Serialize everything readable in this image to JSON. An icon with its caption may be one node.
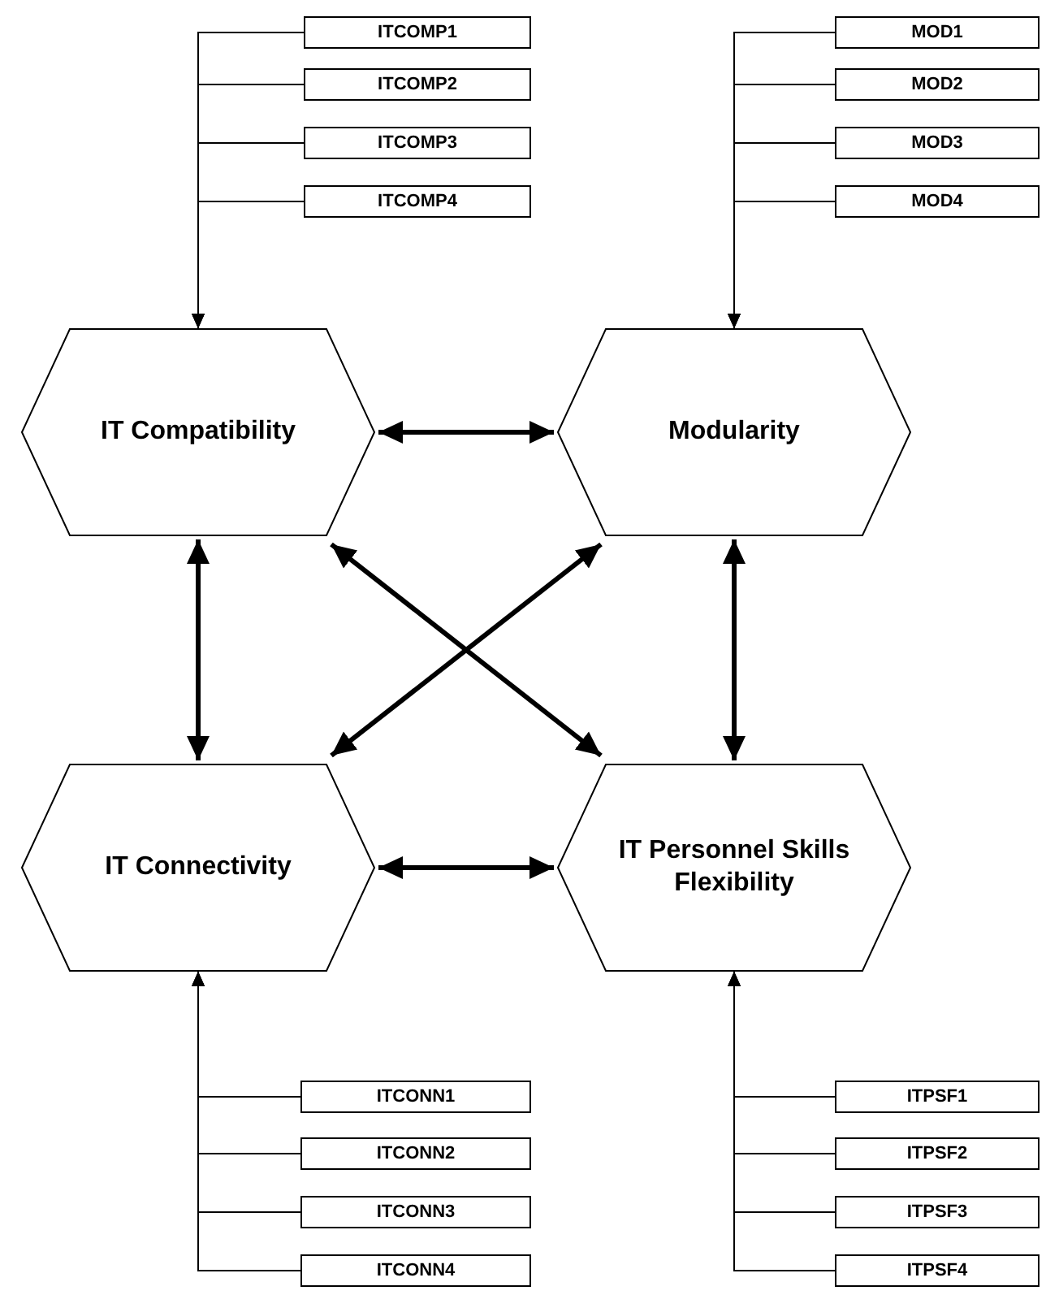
{
  "diagram": {
    "nodes": [
      {
        "text": [
          "ITCOMP1"
        ]
      },
      {
        "text": [
          "ITCOMP2"
        ]
      },
      {
        "text": [
          "ITCOMP3"
        ]
      },
      {
        "text": [
          "ITCOMP4"
        ]
      },
      {
        "text": [
          "MOD1"
        ]
      },
      {
        "text": [
          "MOD2"
        ]
      },
      {
        "text": [
          "MOD3"
        ]
      },
      {
        "text": [
          "MOD4"
        ]
      },
      {
        "text": [
          "IT Compatibility"
        ]
      },
      {
        "text": [
          "Modularity"
        ]
      },
      {
        "text": [
          "IT Connectivity"
        ]
      },
      {
        "text": [
          "IT Personnel Skills Flexibility"
        ]
      },
      {
        "text": [
          "ITCONN1"
        ]
      },
      {
        "text": [
          "ITCONN2"
        ]
      },
      {
        "text": [
          "ITCONN3"
        ]
      },
      {
        "text": [
          "ITCONN4"
        ]
      },
      {
        "text": [
          "ITPSF1"
        ]
      },
      {
        "text": [
          "ITPSF2"
        ]
      },
      {
        "text": [
          "ITPSF3"
        ]
      },
      {
        "text": [
          "ITPSF4"
        ]
      }
    ],
    "edges": [
      {
        "from": 0,
        "to": 8,
        "arrow": "to"
      },
      {
        "from": 1,
        "to": 8,
        "arrow": "to"
      },
      {
        "from": 2,
        "to": 8,
        "arrow": "to"
      },
      {
        "from": 3,
        "to": 8,
        "arrow": "to"
      },
      {
        "from": 4,
        "to": 9,
        "arrow": "to"
      },
      {
        "from": 5,
        "to": 9,
        "arrow": "to"
      },
      {
        "from": 6,
        "to": 9,
        "arrow": "to"
      },
      {
        "from": 7,
        "to": 9,
        "arrow": "to"
      },
      {
        "from": 12,
        "to": 10,
        "arrow": "to"
      },
      {
        "from": 13,
        "to": 10,
        "arrow": "to"
      },
      {
        "from": 14,
        "to": 10,
        "arrow": "to"
      },
      {
        "from": 15,
        "to": 10,
        "arrow": "to"
      },
      {
        "from": 16,
        "to": 11,
        "arrow": "to"
      },
      {
        "from": 17,
        "to": 11,
        "arrow": "to"
      },
      {
        "from": 18,
        "to": 11,
        "arrow": "to"
      },
      {
        "from": 19,
        "to": 11,
        "arrow": "to"
      },
      {
        "from": 8,
        "to": 9,
        "arrow": "both",
        "style": "thick"
      },
      {
        "from": 8,
        "to": 10,
        "arrow": "both",
        "style": "thick"
      },
      {
        "from": 8,
        "to": 11,
        "arrow": "both",
        "style": "thick"
      },
      {
        "from": 9,
        "to": 10,
        "arrow": "both",
        "style": "thick"
      },
      {
        "from": 9,
        "to": 11,
        "arrow": "both",
        "style": "thick"
      },
      {
        "from": 10,
        "to": 11,
        "arrow": "both",
        "style": "thick"
      }
    ]
  }
}
